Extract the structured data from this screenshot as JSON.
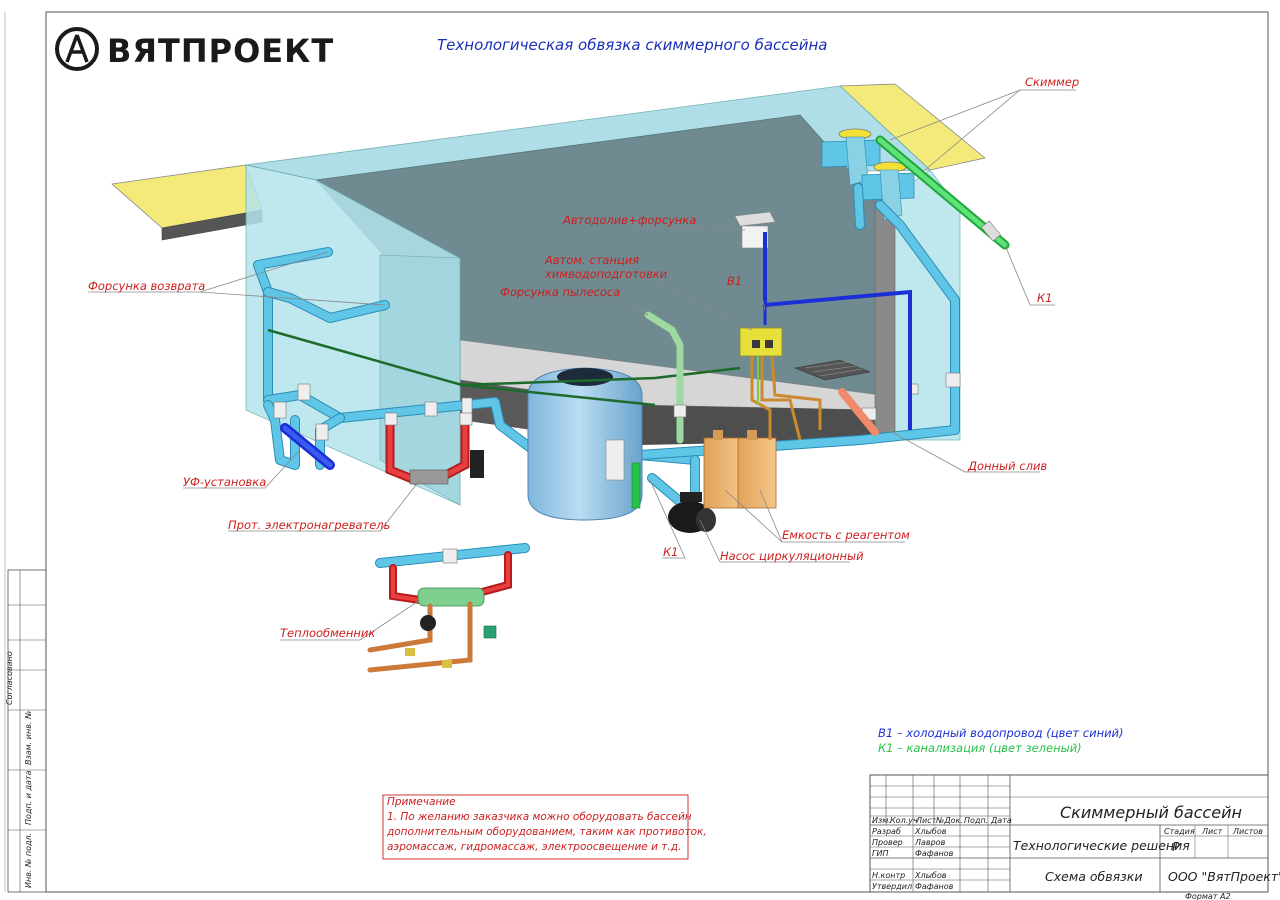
{
  "logo": {
    "brand": "ВЯТПРОЕКТ"
  },
  "diagram": {
    "title": "Технологическая обвязка скиммерного бассейна"
  },
  "labels": {
    "skimmer": "Скиммер",
    "autofill": "Автодолив+форсунка",
    "chem_station_1": "Автом. станция",
    "chem_station_2": "химводоподготовки",
    "vacuum_nozzle": "Форсунка пылесоса",
    "return_nozzle": "Форсунка возврата",
    "b1_top": "В1",
    "k1_right": "К1",
    "uv_unit": "УФ-установка",
    "heater": "Прот. электронагреватель",
    "bottom_drain": "Донный слив",
    "reagent_tank": "Емкость с реагентом",
    "k1_bottom": "К1",
    "circ_pump": "Насос циркуляционный",
    "heat_exchanger": "Теплообменник"
  },
  "legend": {
    "b1": "В1 – холодный водопровод (цвет синий)",
    "k1": "К1 – канализация (цвет зеленый)"
  },
  "note": {
    "heading": "Примечание",
    "line1": "1. По желанию заказчика можно оборудовать бассейн",
    "line2": "дополнительным оборудованием, таким как противоток,",
    "line3": "аэромассаж, гидромассаж, электроосвещение и т.д."
  },
  "stamp": {
    "project": "Скиммерный бассейн",
    "section": "Технологические решения",
    "sheet_name": "Схема обвязки",
    "company": "ООО \"ВятПроект\"",
    "stage_hdr": "Стадия",
    "sheet_hdr": "Лист",
    "sheets_hdr": "Листов",
    "stage_val": "Р",
    "h_izm": "Изм.",
    "h_kol": "Кол.уч",
    "h_list": "Лист",
    "h_ndoc": "№Док.",
    "h_podp": "Подп.",
    "h_date": "Дата",
    "r1_role": "Разраб",
    "r1_name": "Хлыбов",
    "r2_role": "Провер",
    "r2_name": "Лавров",
    "r3_role": "ГИП",
    "r3_name": "Фафанов",
    "r4_role": "Н.контр",
    "r4_name": "Хлыбов",
    "r5_role": "Утвердил",
    "r5_name": "Фафанов",
    "format": "Формат   А2"
  },
  "sidebar": {
    "agreed": "Согласовано",
    "inv_ref": "Взам. инв. №",
    "sign_date": "Подп. и дата",
    "inv_orig": "Инв. № подл."
  },
  "colors": {
    "water_pipe": "#5fc6e8",
    "cold_water": "#1b2fd6",
    "sewer": "#27c24a",
    "label": "#cc1f1f",
    "pool_wall": "#b4e3ec",
    "deck": "#f3ea7a"
  }
}
